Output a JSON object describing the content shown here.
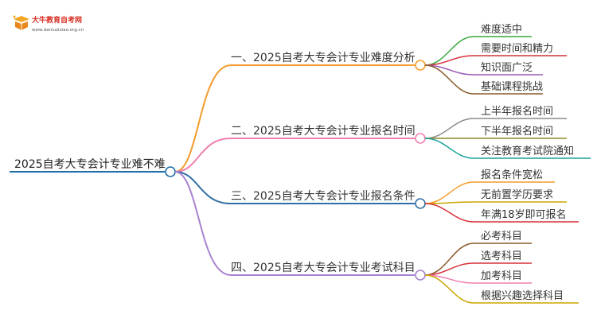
{
  "logo": {
    "title": "大牛教育自考网",
    "url": "www.daniuzixiao.org.cn"
  },
  "root": {
    "label": "2025自考大专会计专业难不难"
  },
  "colors": {
    "root_line": "#1f6fa6",
    "branch1": "#f39c2b",
    "branch2": "#ef7fb0",
    "branch3": "#2f6fa6",
    "branch4": "#a682d0",
    "leaf_green": "#38a838",
    "leaf_red": "#d6303a",
    "leaf_purple": "#9b59b6",
    "leaf_brown": "#8b5a2b",
    "leaf_gray": "#8a8a8a",
    "leaf_teal": "#1aa39a",
    "leaf_orange": "#f39c2b",
    "leaf_olive": "#8a8a2a",
    "leaf_pink": "#ef7fb0",
    "leaf_gold": "#c9a500"
  },
  "branches": [
    {
      "label": "一、2025自考大专会计专业难度分析",
      "children": [
        "难度适中",
        "需要时间和精力",
        "知识面广泛",
        "基础课程挑战"
      ]
    },
    {
      "label": "二、2025自考大专会计专业报名时间",
      "children": [
        "上半年报名时间",
        "下半年报名时间",
        "关注教育考试院通知"
      ]
    },
    {
      "label": "三、2025自考大专会计专业报名条件",
      "children": [
        "报名条件宽松",
        "无前置学历要求",
        "年满18岁即可报名"
      ]
    },
    {
      "label": "四、2025自考大专会计专业考试科目",
      "children": [
        "必考科目",
        "选考科目",
        "加考科目",
        "根据兴趣选择科目"
      ]
    }
  ]
}
